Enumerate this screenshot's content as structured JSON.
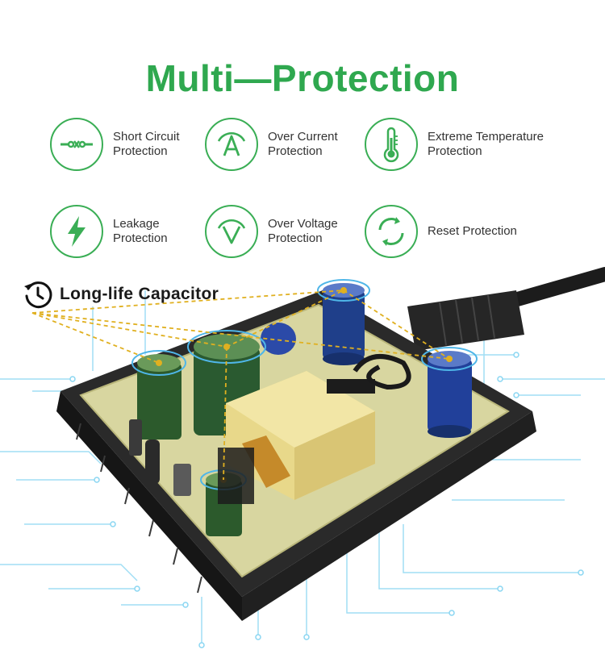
{
  "title": "Multi—Protection",
  "features": [
    {
      "icon": "short-circuit-icon",
      "label": "Short Circuit\nProtection"
    },
    {
      "icon": "over-current-icon",
      "label": "Over Current\nProtection"
    },
    {
      "icon": "thermometer-icon",
      "label": "Extreme Temperature\nProtection"
    },
    {
      "icon": "lightning-icon",
      "label": "Leakage\nProtection"
    },
    {
      "icon": "over-voltage-icon",
      "label": "Over Voltage\nProtection"
    },
    {
      "icon": "reset-arrows-icon",
      "label": "Reset Protection"
    }
  ],
  "callout": {
    "icon": "clock-icon",
    "label": "Long-life Capacitor"
  },
  "colors": {
    "accent_green": "#2fa84f",
    "circuit_blue": "#7fd0f0",
    "dashed_gold": "#e0b020"
  }
}
